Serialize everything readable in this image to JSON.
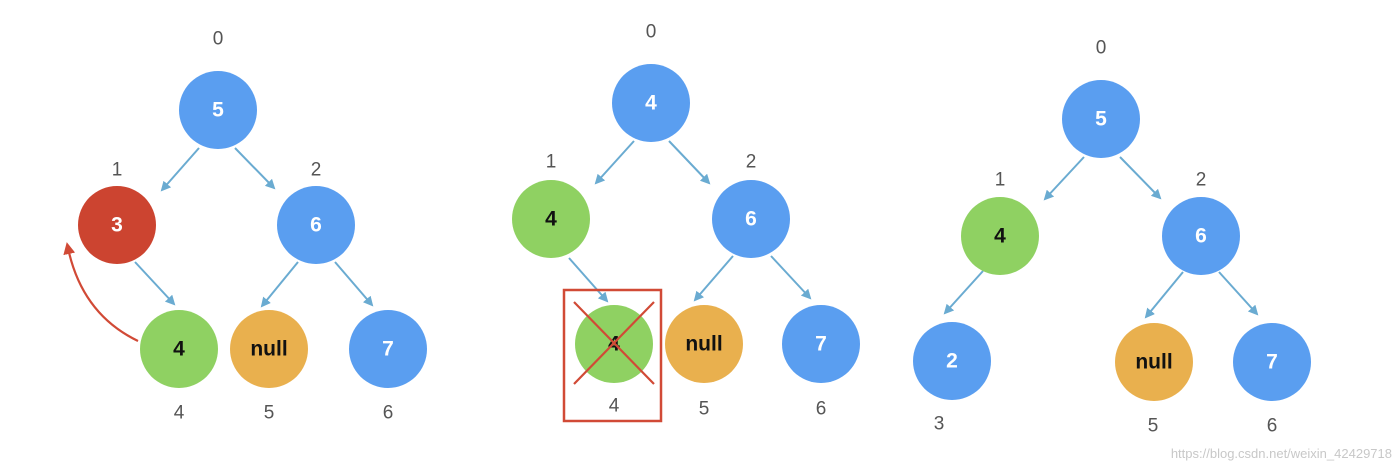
{
  "colors": {
    "blue": "#5a9ef0",
    "red": "#cc4430",
    "green": "#8fd162",
    "orange": "#e9b04e",
    "edge": "#6aabd1",
    "label": "#555555",
    "mark": "#d14a36"
  },
  "trees": [
    {
      "nodes": [
        {
          "value": "5",
          "index": "0",
          "color": "blue"
        },
        {
          "value": "3",
          "index": "1",
          "color": "red"
        },
        {
          "value": "6",
          "index": "2",
          "color": "blue"
        },
        {
          "value": "4",
          "index": "4",
          "color": "green"
        },
        {
          "value": "null",
          "index": "5",
          "color": "orange"
        },
        {
          "value": "7",
          "index": "6",
          "color": "blue"
        }
      ]
    },
    {
      "nodes": [
        {
          "value": "4",
          "index": "0",
          "color": "blue"
        },
        {
          "value": "4",
          "index": "1",
          "color": "green"
        },
        {
          "value": "6",
          "index": "2",
          "color": "blue"
        },
        {
          "value": "4",
          "index": "4",
          "color": "green"
        },
        {
          "value": "null",
          "index": "5",
          "color": "orange"
        },
        {
          "value": "7",
          "index": "6",
          "color": "blue"
        }
      ]
    },
    {
      "nodes": [
        {
          "value": "5",
          "index": "0",
          "color": "blue"
        },
        {
          "value": "4",
          "index": "1",
          "color": "green"
        },
        {
          "value": "6",
          "index": "2",
          "color": "blue"
        },
        {
          "value": "2",
          "index": "3",
          "color": "blue"
        },
        {
          "value": "null",
          "index": "5",
          "color": "orange"
        },
        {
          "value": "7",
          "index": "6",
          "color": "blue"
        }
      ]
    }
  ],
  "watermark": "https://blog.csdn.net/weixin_42429718"
}
